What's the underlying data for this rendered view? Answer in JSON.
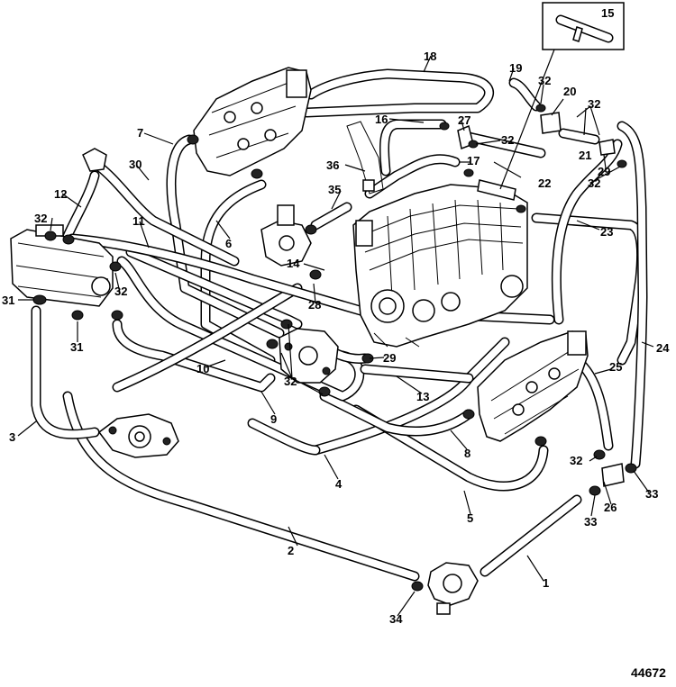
{
  "diagram": {
    "drawing_number": "44672",
    "callouts": [
      {
        "id": "c1",
        "text": "1"
      },
      {
        "id": "c2",
        "text": "2"
      },
      {
        "id": "c3",
        "text": "3"
      },
      {
        "id": "c4",
        "text": "4"
      },
      {
        "id": "c5",
        "text": "5"
      },
      {
        "id": "c6",
        "text": "6"
      },
      {
        "id": "c7",
        "text": "7"
      },
      {
        "id": "c8",
        "text": "8"
      },
      {
        "id": "c9",
        "text": "9"
      },
      {
        "id": "c10",
        "text": "10"
      },
      {
        "id": "c11",
        "text": "11"
      },
      {
        "id": "c12",
        "text": "12"
      },
      {
        "id": "c13",
        "text": "13"
      },
      {
        "id": "c14",
        "text": "14"
      },
      {
        "id": "c15",
        "text": "15"
      },
      {
        "id": "c16",
        "text": "16"
      },
      {
        "id": "c17",
        "text": "17"
      },
      {
        "id": "c18",
        "text": "18"
      },
      {
        "id": "c19",
        "text": "19"
      },
      {
        "id": "c20",
        "text": "20"
      },
      {
        "id": "c21",
        "text": "21"
      },
      {
        "id": "c22",
        "text": "22"
      },
      {
        "id": "c23",
        "text": "23"
      },
      {
        "id": "c24",
        "text": "24"
      },
      {
        "id": "c25",
        "text": "25"
      },
      {
        "id": "c26",
        "text": "26"
      },
      {
        "id": "c27",
        "text": "27"
      },
      {
        "id": "c28",
        "text": "28"
      },
      {
        "id": "c29a",
        "text": "29"
      },
      {
        "id": "c29b",
        "text": "29"
      },
      {
        "id": "c30",
        "text": "30"
      },
      {
        "id": "c31a",
        "text": "31"
      },
      {
        "id": "c31b",
        "text": "31"
      },
      {
        "id": "c32a",
        "text": "32"
      },
      {
        "id": "c32b",
        "text": "32"
      },
      {
        "id": "c32c",
        "text": "32"
      },
      {
        "id": "c32d",
        "text": "32"
      },
      {
        "id": "c32e",
        "text": "32"
      },
      {
        "id": "c32f",
        "text": "32"
      },
      {
        "id": "c32g",
        "text": "32"
      },
      {
        "id": "c32h",
        "text": "32"
      },
      {
        "id": "c32i",
        "text": "32"
      },
      {
        "id": "c33a",
        "text": "33"
      },
      {
        "id": "c33b",
        "text": "33"
      },
      {
        "id": "c34",
        "text": "34"
      },
      {
        "id": "c35",
        "text": "35"
      },
      {
        "id": "c36",
        "text": "36"
      }
    ]
  }
}
